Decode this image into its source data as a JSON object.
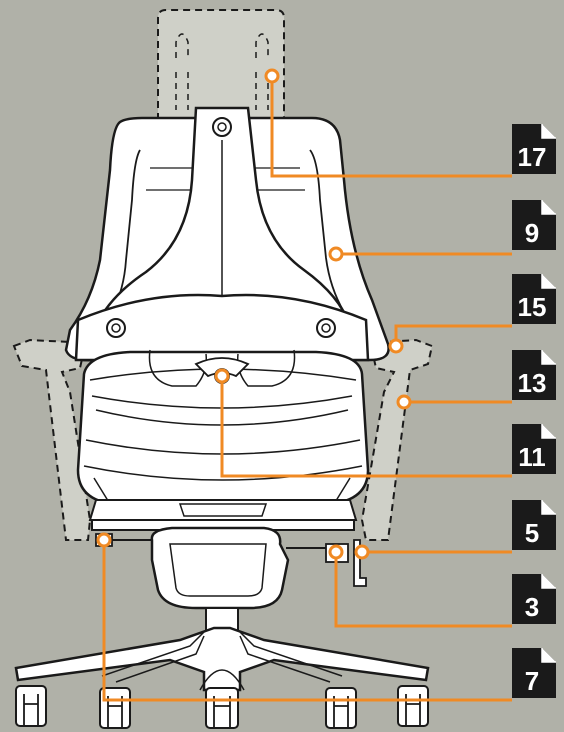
{
  "diagram": {
    "background": "#b0b1a8",
    "chair_fill": "#ffffff",
    "line_color": "#1a1a1a",
    "callout_color": "#f08a24",
    "badge_color": "#1a1a1a",
    "badge_text_color": "#ffffff"
  },
  "callouts": [
    {
      "number": "17",
      "part": "headrest"
    },
    {
      "number": "9",
      "part": "backrest"
    },
    {
      "number": "15",
      "part": "armrest-pad"
    },
    {
      "number": "13",
      "part": "armrest"
    },
    {
      "number": "11",
      "part": "lumbar-support"
    },
    {
      "number": "5",
      "part": "lever"
    },
    {
      "number": "3",
      "part": "seat-mechanism"
    },
    {
      "number": "7",
      "part": "base-lever"
    }
  ]
}
